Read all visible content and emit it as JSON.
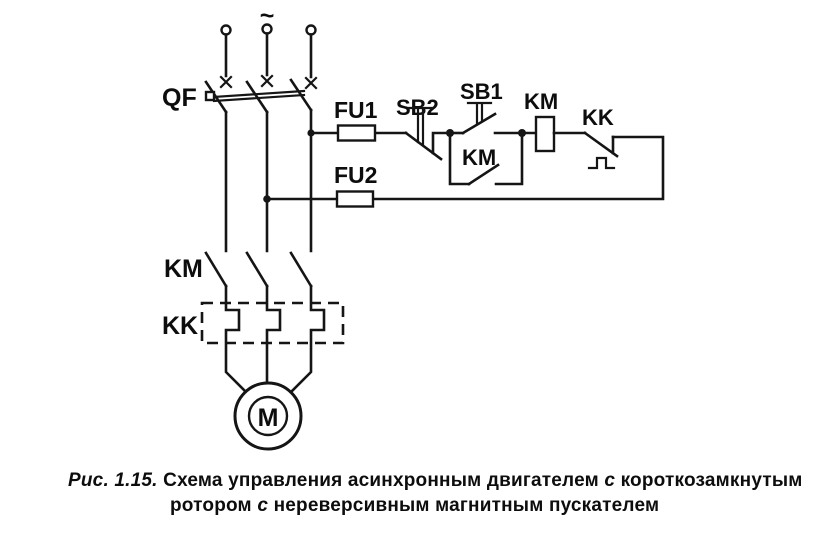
{
  "diagram": {
    "labels": {
      "ac_source": "~",
      "breaker": "QF",
      "fuse1": "FU1",
      "fuse2": "FU2",
      "stop_button": "SB2",
      "start_button": "SB1",
      "contactor_coil": "KM",
      "aux_contact": "KM",
      "thermal_contact": "KK",
      "main_contacts": "KM",
      "thermal_heaters": "KK",
      "motor": "M"
    },
    "caption": {
      "figure_ref": "Рис. 1.15.",
      "line1_text": "Схема управления асинхронным двигателем",
      "line1_conj": "с",
      "line1_end": "короткозамкнутым",
      "line2_start": "ротором",
      "line2_conj": "с",
      "line2_end": "нереверсивным магнитным пускателем"
    },
    "colors": {
      "ink": "#151515",
      "background": "#ffffff"
    }
  }
}
